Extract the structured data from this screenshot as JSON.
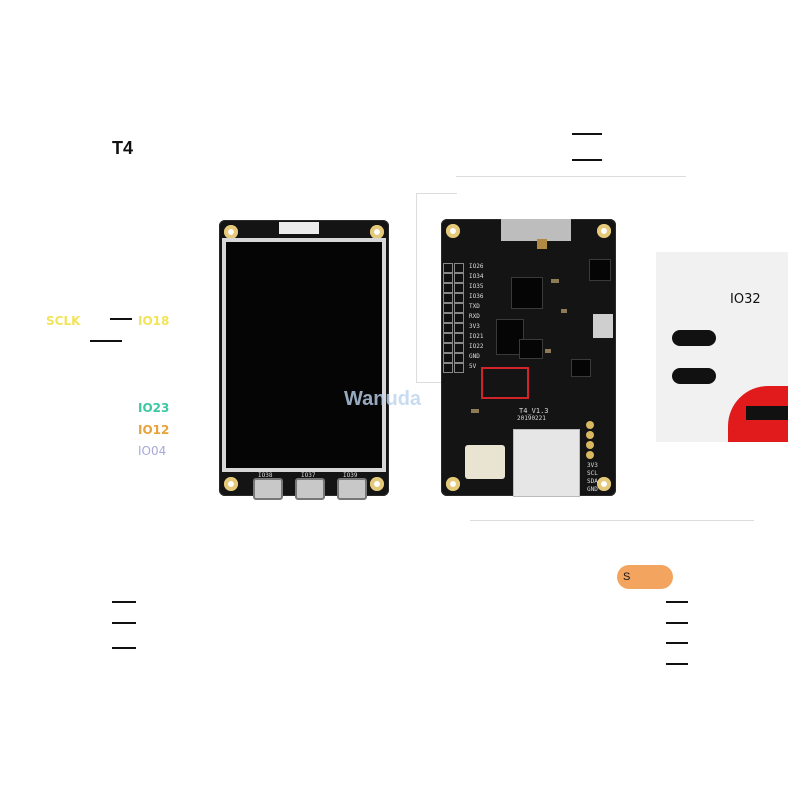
{
  "title": "T4",
  "left_pin_labels": [
    {
      "text": "SCLK",
      "color": "#f2e45a"
    },
    {
      "text": "IO18",
      "color": "#f2e45a"
    },
    {
      "text": "IO23",
      "color": "#3cc7a5"
    },
    {
      "text": "IO12",
      "color": "#e7a33b"
    },
    {
      "text": "IO04",
      "color": "#a8a9d8"
    }
  ],
  "right_pin_labels": [
    "IO32"
  ],
  "display_board": {
    "button_labels": [
      "IO38",
      "IO37",
      "IO39"
    ]
  },
  "main_board": {
    "header_labels": [
      "IO26",
      "IO34",
      "IO35",
      "IO36",
      "TXD",
      "RXD",
      "3V3",
      "IO21",
      "IO22",
      "GND",
      "5V"
    ],
    "version_label": "T4_V1.3",
    "date_label": "20190221",
    "bottom_labels": [
      "3V3",
      "SCL",
      "SDA",
      "GND"
    ]
  },
  "watermark": "Wanuda",
  "orange_badge": "S",
  "colors": {
    "pcb": "#141414",
    "gold": "#c9a44c",
    "highlight_box": "#d2232a",
    "red_wire": "#e11b1b"
  }
}
